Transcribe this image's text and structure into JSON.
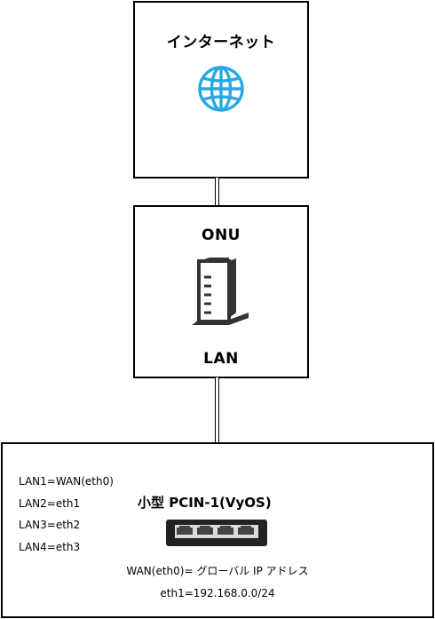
{
  "internet": {
    "label": "インターネット",
    "icon": "globe-icon",
    "icon_color": "#29a8e0"
  },
  "onu": {
    "label": "ONU",
    "port_label": "LAN",
    "icon": "server-tower-icon"
  },
  "router": {
    "name": "小型 PCIN-1(VyOS)",
    "icon": "ethernet-switch-icon",
    "ports": [
      "LAN1=WAN(eth0)",
      "LAN2=eth1",
      "LAN3=eth2",
      "LAN4=eth3"
    ],
    "notes": [
      "WAN(eth0)= グローバル IP アドレス",
      "eth1=192.168.0.0/24"
    ]
  }
}
